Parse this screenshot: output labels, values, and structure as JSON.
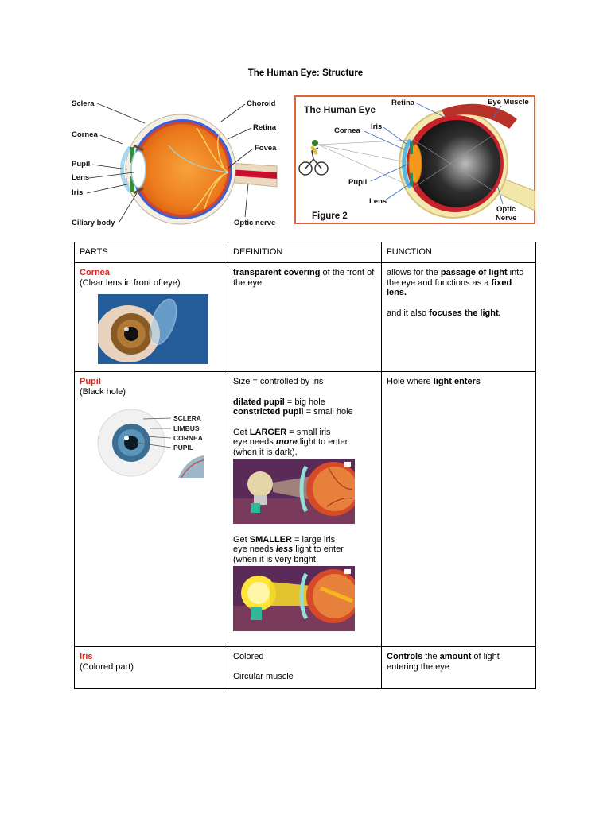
{
  "page": {
    "title": "The Human Eye: Structure"
  },
  "figure1": {
    "labels": {
      "sclera": "Sclera",
      "cornea": "Cornea",
      "pupil": "Pupil",
      "lens": "Lens",
      "iris": "Iris",
      "ciliary": "Ciliary body",
      "choroid": "Choroid",
      "retina": "Retina",
      "fovea": "Fovea",
      "optic": "Optic nerve"
    }
  },
  "figure2": {
    "title": "The Human Eye",
    "caption": "Figure 2",
    "labels": {
      "retina": "Retina",
      "eye_muscle": "Eye Muscle",
      "iris": "Iris",
      "cornea": "Cornea",
      "pupil": "Pupil",
      "lens": "Lens",
      "optic_line1": "Optic",
      "optic_line2": "Nerve"
    }
  },
  "table": {
    "headers": {
      "parts": "PARTS",
      "definition": "DEFINITION",
      "function": "FUNCTION"
    },
    "cornea": {
      "name": "Cornea",
      "desc": "(Clear lens in front of eye)",
      "def_bold": "transparent covering",
      "def_rest": " of the front of the eye",
      "fn1_a": "allows for the ",
      "fn1_b": "passage of light",
      "fn1_c": " into the eye and functions as a ",
      "fn1_d": "fixed lens.",
      "fn2_a": "and it also ",
      "fn2_b": "focuses the light."
    },
    "pupil": {
      "name": "Pupil",
      "desc": "(Black hole)",
      "diagram": {
        "sclera": "SCLERA",
        "limbus": "LIMBUS",
        "cornea": "CORNEA",
        "pupil": "PUPIL"
      },
      "def_size": "Size = controlled by iris",
      "dilated_bold": "dilated pupil",
      "dilated_rest": " = big hole",
      "constricted_bold": "constricted pupil",
      "constricted_rest": " = small hole",
      "larger_a": "Get ",
      "larger_b": "LARGER",
      "larger_c": " = small iris",
      "more_a": "eye needs ",
      "more_b": "more",
      "more_c": " light to enter",
      "dark": "(when it is dark),",
      "smaller_a": "Get ",
      "smaller_b": "SMALLER",
      "smaller_c": " = large iris",
      "less_a": "eye needs ",
      "less_b": "less",
      "less_c": " light to enter",
      "bright": "(when it is very bright",
      "fn_a": "Hole where ",
      "fn_b": "light enters"
    },
    "iris": {
      "name": "Iris",
      "desc": "(Colored part)",
      "def1": "Colored",
      "def2": "Circular muscle",
      "fn_a": "Controls",
      "fn_b": " the ",
      "fn_c": "amount",
      "fn_d": " of light entering the eye"
    }
  }
}
